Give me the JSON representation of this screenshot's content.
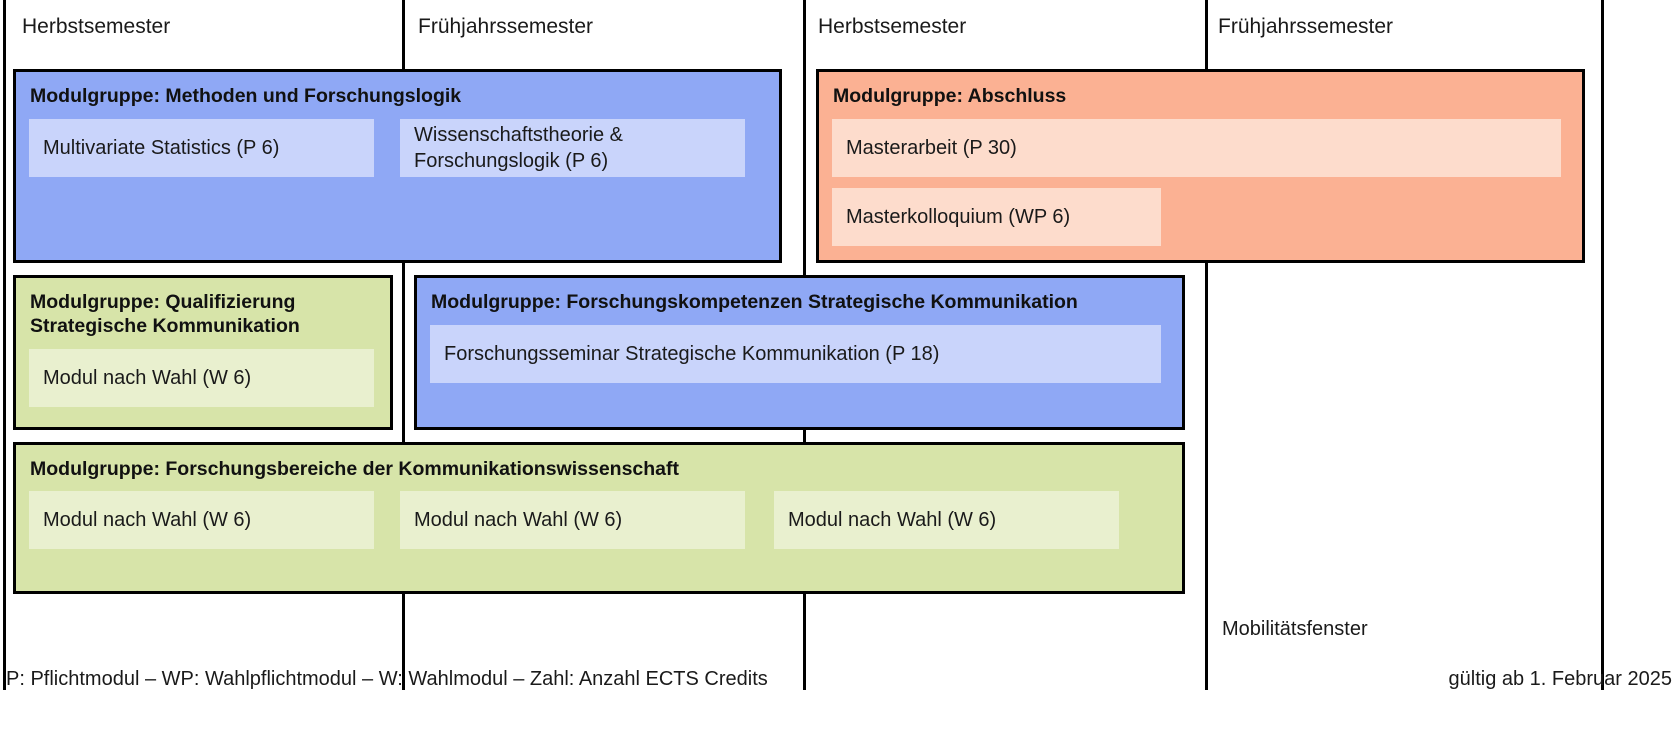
{
  "columns": [
    {
      "label": "Herbstsemester"
    },
    {
      "label": "Frühjahrssemester"
    },
    {
      "label": "Herbstsemester"
    },
    {
      "label": "Frühjahrssemester"
    }
  ],
  "module_groups": [
    {
      "id": "methoden",
      "title": "Modulgruppe: Methoden und Forschungslogik",
      "color": "blue",
      "header_color": "#8FA8F5",
      "module_color": "#C9D4FB",
      "modules": [
        {
          "label": "Multivariate Statistics (P 6)"
        },
        {
          "label": "Wissenschaftstheorie &\nForschungslogik (P 6)"
        }
      ]
    },
    {
      "id": "abschluss",
      "title": "Modulgruppe: Abschluss",
      "color": "orange",
      "header_color": "#FBB193",
      "module_color": "#FDDCCC",
      "modules": [
        {
          "label": "Masterarbeit (P 30)"
        },
        {
          "label": "Masterkolloquium (WP 6)"
        }
      ]
    },
    {
      "id": "qualifizierung",
      "title": "Modulgruppe: Qualifizierung\nStrategische Kommunikation",
      "color": "green",
      "header_color": "#D7E4A9",
      "module_color": "#E9F0CF",
      "modules": [
        {
          "label": "Modul nach Wahl (W 6)"
        }
      ]
    },
    {
      "id": "forschungskompetenzen",
      "title": "Modulgruppe: Forschungskompetenzen Strategische Kommunikation",
      "color": "blue",
      "header_color": "#8FA8F5",
      "module_color": "#C9D4FB",
      "modules": [
        {
          "label": "Forschungsseminar Strategische Kommunikation (P 18)"
        }
      ]
    },
    {
      "id": "forschungsbereiche",
      "title": "Modulgruppe: Forschungsbereiche der Kommunikationswissenschaft",
      "color": "green",
      "header_color": "#D7E4A9",
      "module_color": "#E9F0CF",
      "modules": [
        {
          "label": "Modul nach Wahl (W 6)"
        },
        {
          "label": "Modul nach Wahl (W 6)"
        },
        {
          "label": "Modul nach Wahl (W 6)"
        }
      ]
    }
  ],
  "annotations": {
    "mobility_window": "Mobilitätsfenster"
  },
  "footer": {
    "legend": "P: Pflichtmodul – WP: Wahlpflichtmodul – W: Wahlmodul – Zahl: Anzahl ECTS Credits",
    "validity": "gültig ab 1. Februar 2025"
  },
  "palette": {
    "blue_header": "#8FA8F5",
    "blue_module": "#C9D4FB",
    "green_header": "#D7E4A9",
    "green_module": "#E9F0CF",
    "orange_header": "#FBB193",
    "orange_module": "#FDDCCC",
    "line": "#000000",
    "text": "#1a1a1a"
  }
}
